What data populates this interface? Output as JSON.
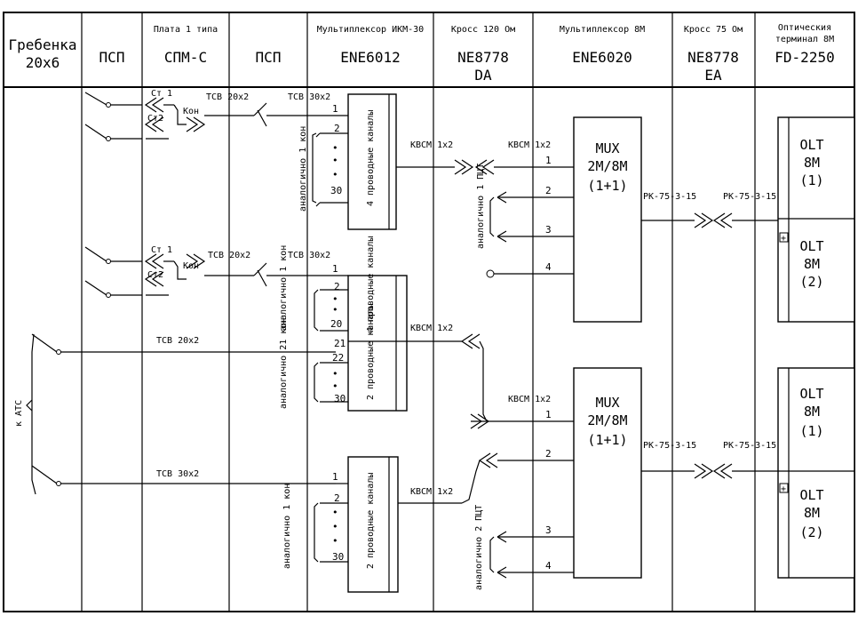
{
  "headers": {
    "c1": {
      "top": "",
      "main": "Гребенка",
      "sub": "20x6"
    },
    "c2": {
      "top": "",
      "main": "ПСП",
      "sub": ""
    },
    "c3": {
      "top": "Плата 1 типа",
      "main": "СПМ-С",
      "sub": ""
    },
    "c4": {
      "top": "",
      "main": "ПСП",
      "sub": ""
    },
    "c5": {
      "top": "Мультиплексор ИКМ-30",
      "main": "ENE6012",
      "sub": ""
    },
    "c6": {
      "top": "Кросс 120 Ом",
      "main": "NE8778",
      "sub": "DA"
    },
    "c7": {
      "top": "Мультиплексор 8М",
      "main": "ENE6020",
      "sub": ""
    },
    "c8": {
      "top": "Кросс 75 Ом",
      "main": "NE8778",
      "sub": "EA"
    },
    "c9": {
      "top": "Оптическия",
      "top2": "терминал 8М",
      "main": "FD-2250",
      "sub": ""
    }
  },
  "labels": {
    "k_ats": "к АТС",
    "st1": "Ст 1",
    "st2": "Ст2",
    "kon": "Кон",
    "tsv20": "ТСВ 20х2",
    "tsv30": "ТСВ 30х2",
    "kvsm": "КВСМ 1х2",
    "rk": "РК-75-3-15",
    "n1": "1",
    "n2": "2",
    "n3": "3",
    "n4": "4",
    "n20": "20",
    "n21": "21",
    "n22": "22",
    "n30": "30",
    "dot": "•",
    "four_ch": "4 проводные каналы",
    "two_ch": "2 проводные каналы",
    "analog_1kon": "аналогично 1 кон",
    "analog_21kon": "аналогично 21 кон",
    "analog_1pct": "аналогично 1 ПЦТ",
    "analog_2pct": "аналогично 2 ПЦТ",
    "mux": "MUX",
    "mux_rate": "2M/8M",
    "mux_red": "(1+1)",
    "olt": "OLT",
    "olt_rate": "8M",
    "olt_1": "(1)",
    "olt_2": "(2)",
    "plus": "+"
  }
}
